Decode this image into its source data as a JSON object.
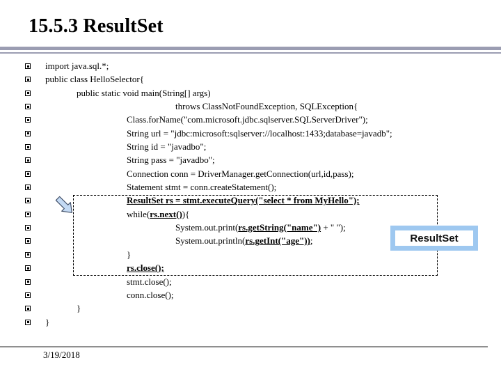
{
  "slide": {
    "title": "15.5.3 ResultSet",
    "footer_date": "3/19/2018"
  },
  "callout": {
    "label": "ResultSet"
  },
  "colors": {
    "background": "#ffffff",
    "code-text": "#000000",
    "rule": "#9b9db2",
    "footer-rule": "#8f8f8f",
    "callout-border": "#9ec8f0",
    "arrow-fill": "#c4daf4",
    "arrow-stroke": "#3c4a63"
  },
  "code": {
    "lines": [
      {
        "indent": 0,
        "segments": [
          {
            "t": "import java.sql.*;",
            "s": "n"
          }
        ]
      },
      {
        "indent": 0,
        "segments": [
          {
            "t": "public class HelloSelector{",
            "s": "n"
          }
        ]
      },
      {
        "indent": 1,
        "segments": [
          {
            "t": "public static void main(String[] args)",
            "s": "n"
          }
        ]
      },
      {
        "indent": 3,
        "segments": [
          {
            "t": "throws ClassNotFoundException, SQLException{",
            "s": "n"
          }
        ]
      },
      {
        "indent": 2,
        "segments": [
          {
            "t": "Class.forName(\"com.microsoft.jdbc.sqlserver.SQLServerDriver\");",
            "s": "n"
          }
        ]
      },
      {
        "indent": 2,
        "segments": [
          {
            "t": "String url = \"jdbc:microsoft:sqlserver://localhost:1433;database=javadb\";",
            "s": "n"
          }
        ]
      },
      {
        "indent": 2,
        "segments": [
          {
            "t": "String id = \"javadbo\";",
            "s": "n"
          }
        ]
      },
      {
        "indent": 2,
        "segments": [
          {
            "t": "String pass = \"javadbo\";",
            "s": "n"
          }
        ]
      },
      {
        "indent": 2,
        "segments": [
          {
            "t": "Connection conn = DriverManager.getConnection(url,id,pass);",
            "s": "n"
          }
        ]
      },
      {
        "indent": 2,
        "segments": [
          {
            "t": "Statement stmt = conn.createStatement();",
            "s": "n"
          }
        ]
      },
      {
        "indent": 2,
        "segments": [
          {
            "t": "ResultSet rs = stmt.executeQuery(\"select * from MyHello\");",
            "s": "bu"
          }
        ]
      },
      {
        "indent": 2,
        "segments": [
          {
            "t": "while(",
            "s": "n"
          },
          {
            "t": "rs.next()",
            "s": "bu"
          },
          {
            "t": "){",
            "s": "n"
          }
        ]
      },
      {
        "indent": 3,
        "segments": [
          {
            "t": "System.out.print(",
            "s": "n"
          },
          {
            "t": "rs.getString(\"name\")",
            "s": "bu"
          },
          {
            "t": " + \" \");",
            "s": "n"
          }
        ]
      },
      {
        "indent": 3,
        "segments": [
          {
            "t": "System.out.println(",
            "s": "n"
          },
          {
            "t": "rs.getInt(\"age\"))",
            "s": "bu"
          },
          {
            "t": ";",
            "s": "n"
          }
        ]
      },
      {
        "indent": 2,
        "segments": [
          {
            "t": "}",
            "s": "n"
          }
        ]
      },
      {
        "indent": 2,
        "segments": [
          {
            "t": "rs.close();",
            "s": "bu"
          }
        ]
      },
      {
        "indent": 2,
        "segments": [
          {
            "t": "stmt.close();",
            "s": "n"
          }
        ]
      },
      {
        "indent": 2,
        "segments": [
          {
            "t": "conn.close();",
            "s": "n"
          }
        ]
      },
      {
        "indent": 1,
        "segments": [
          {
            "t": "}",
            "s": "n"
          }
        ]
      },
      {
        "indent": 0,
        "segments": [
          {
            "t": "}",
            "s": "n"
          }
        ]
      }
    ]
  }
}
